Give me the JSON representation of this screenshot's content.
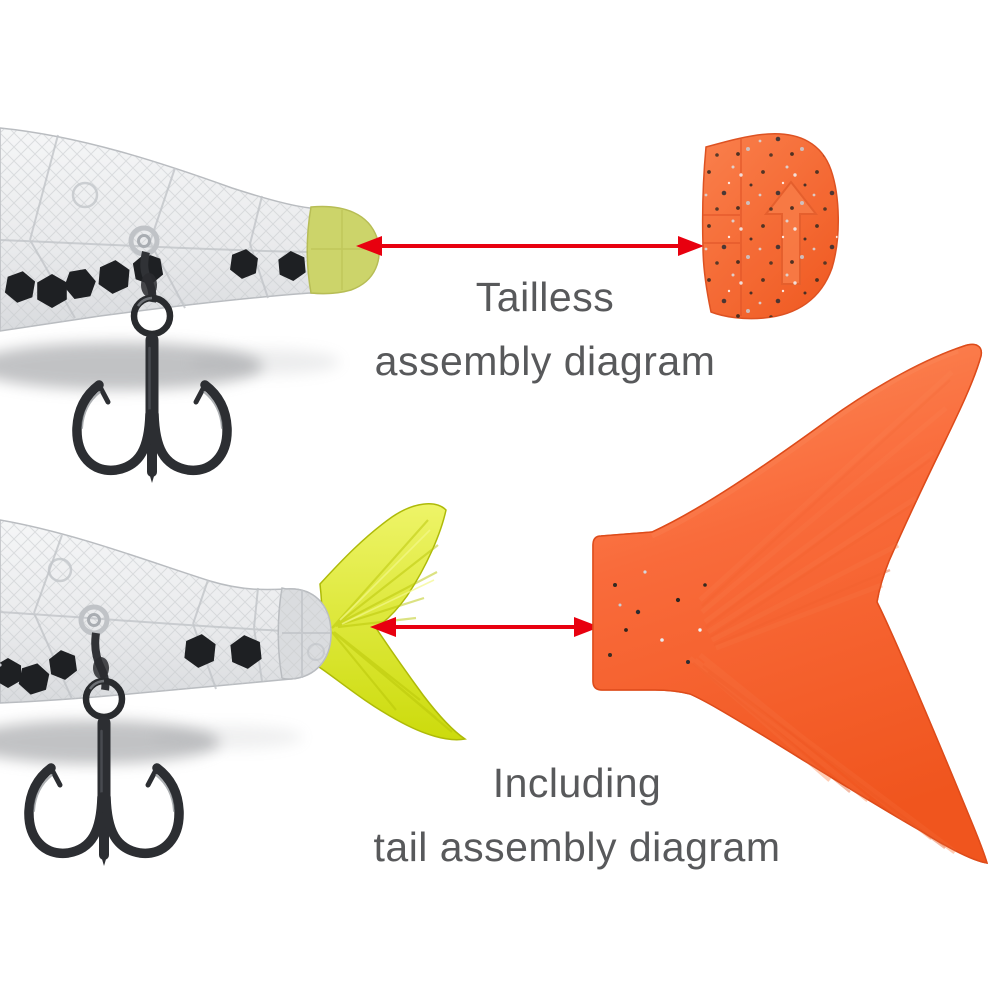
{
  "page": {
    "background": "#ffffff"
  },
  "colors": {
    "caption_text": "#58595b",
    "arrow_red": "#e8000f",
    "lure_body_gray": "#e9eaec",
    "tail_socket_yellow": "#ccd46a",
    "tail_chartreuse": "#d4e012",
    "tail_orange": "#f4602e",
    "hook_metal": "#2c2e32"
  },
  "captions": {
    "top": {
      "line1": "Tailless",
      "line2": "assembly diagram"
    },
    "bottom": {
      "line1": "Including",
      "line2": "tail assembly diagram"
    }
  },
  "icons": {
    "top_arrow": "double-headed-arrow",
    "bottom_arrow": "double-headed-arrow",
    "connector_arrow": "embossed-up-arrow"
  }
}
